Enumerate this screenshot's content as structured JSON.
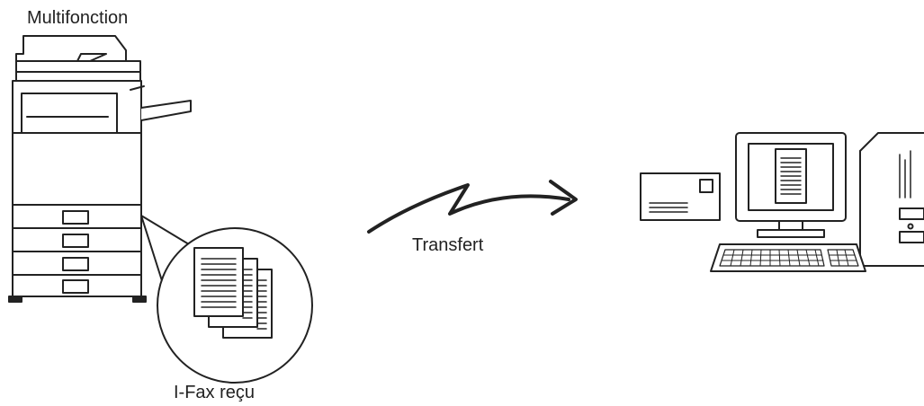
{
  "labels": {
    "multifunction": "Multifonction",
    "transfer": "Transfert",
    "received_ifax": "I-Fax reçu"
  },
  "icons": [
    "printer-icon",
    "documents-icon",
    "envelope-icon",
    "computer-icon",
    "arrow-icon"
  ]
}
